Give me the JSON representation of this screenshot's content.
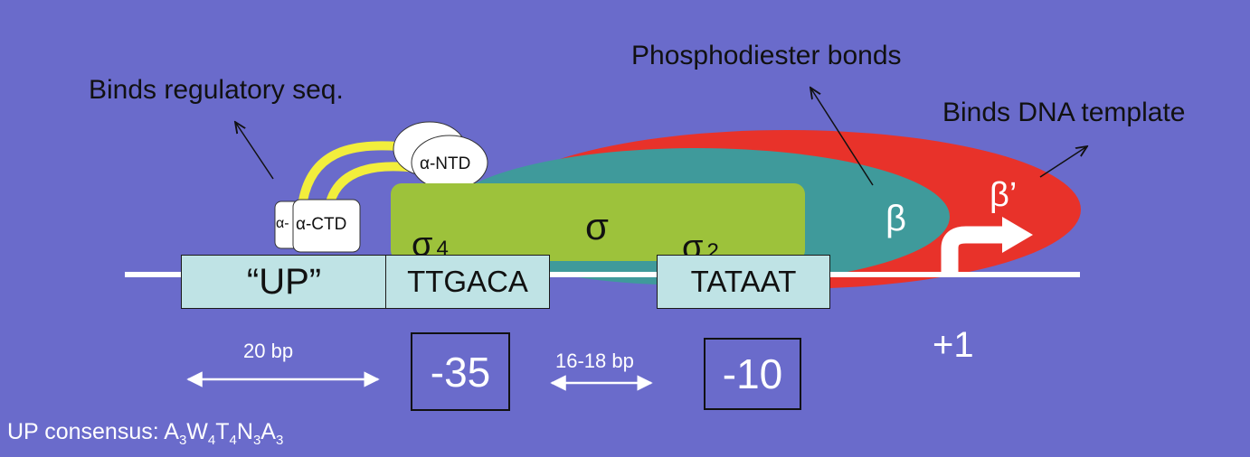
{
  "labels": {
    "phosphodiester": "Phosphodiester bonds",
    "regulatory": "Binds regulatory seq.",
    "dna_template": "Binds DNA template",
    "alpha_ntd": "α-NTD",
    "alpha_small": "α-",
    "alpha_ctd": "α-CTD",
    "sigma": "σ",
    "sigma4": "σ",
    "sigma4_sub": "4",
    "sigma2": "σ",
    "sigma2_sub": "2",
    "beta": "β",
    "beta_prime": "β’",
    "up": "“UP”",
    "ttgaca": "TTGACA",
    "tataat": "TATAAT",
    "bp20": "20 bp",
    "bp1618": "16-18 bp",
    "minus35": "-35",
    "minus10": "-10",
    "plus1": "+1"
  },
  "consensus": {
    "prefix": "UP consensus: ",
    "parts": [
      {
        "base": "A",
        "sub": "3"
      },
      {
        "base": "W",
        "sub": "4"
      },
      {
        "base": "T",
        "sub": "4"
      },
      {
        "base": "N",
        "sub": "3"
      },
      {
        "base": "A",
        "sub": "3"
      }
    ]
  },
  "colors": {
    "background": "#6a6bcb",
    "beta_prime": "#e8322a",
    "beta": "#3f9a9b",
    "sigma": "#9dc23b",
    "box": "#bfe3e5",
    "linker": "#f2ee3c"
  }
}
